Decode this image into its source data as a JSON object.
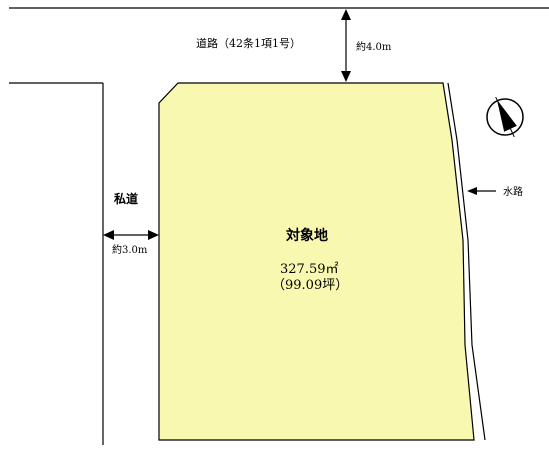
{
  "road": {
    "label": "道路（42条1項1号）",
    "width": "約4.0m"
  },
  "private_road": {
    "label": "私道",
    "width": "約3.0m"
  },
  "waterway": {
    "label": "水路"
  },
  "lot": {
    "label": "対象地",
    "area_sqm": "327.59㎡",
    "area_tsubo": "（99.09坪）"
  },
  "colors": {
    "lot_fill": "#f8f8b0",
    "line": "#000000",
    "background": "#ffffff"
  },
  "compass": {
    "icon": "north-arrow-icon"
  }
}
